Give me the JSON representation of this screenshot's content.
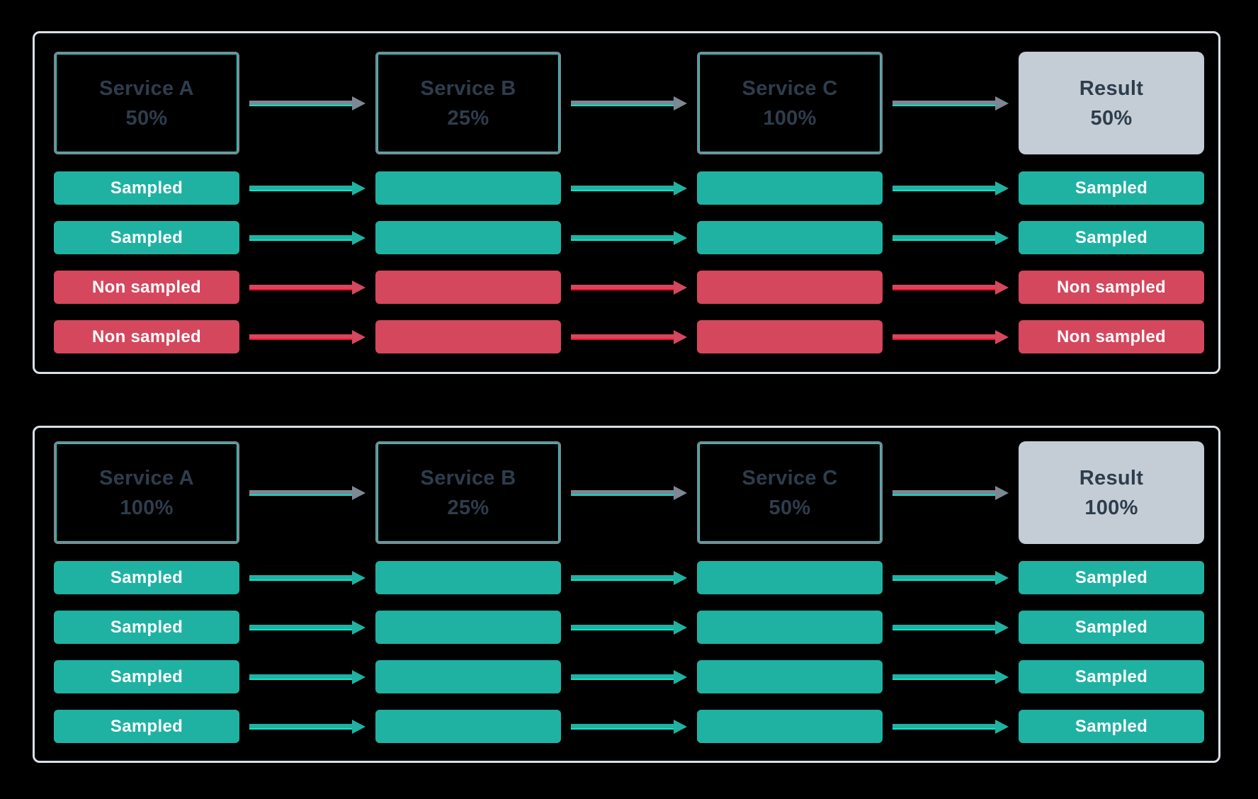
{
  "colors": {
    "background": "#000000",
    "panel_border": "#d9e0e7",
    "service_border": "#7c8894",
    "accent_cyan": "#10e0c6",
    "text_dark": "#2e3d4c",
    "result_bg": "#c4cdd6",
    "sampled_green": "#1fb2a3",
    "sampled_accent": "#0ee5c8",
    "non_sampled_red": "#d5475d",
    "non_sampled_accent": "#f60b28",
    "label_text": "#ffffff",
    "arrow_grey": "#7c8894"
  },
  "panels": [
    {
      "columns": [
        {
          "title": "Service A",
          "percent": "50%"
        },
        {
          "title": "Service B",
          "percent": "25%"
        },
        {
          "title": "Service C",
          "percent": "100%"
        },
        {
          "title": "Result",
          "percent": "50%"
        }
      ],
      "rows": [
        {
          "status": "sampled",
          "start_label": "Sampled",
          "end_label": "Sampled"
        },
        {
          "status": "sampled",
          "start_label": "Sampled",
          "end_label": "Sampled"
        },
        {
          "status": "non-sampled",
          "start_label": "Non sampled",
          "end_label": "Non sampled"
        },
        {
          "status": "non-sampled",
          "start_label": "Non sampled",
          "end_label": "Non sampled"
        }
      ]
    },
    {
      "columns": [
        {
          "title": "Service A",
          "percent": "100%"
        },
        {
          "title": "Service B",
          "percent": "25%"
        },
        {
          "title": "Service C",
          "percent": "50%"
        },
        {
          "title": "Result",
          "percent": "100%"
        }
      ],
      "rows": [
        {
          "status": "sampled",
          "start_label": "Sampled",
          "end_label": "Sampled"
        },
        {
          "status": "sampled",
          "start_label": "Sampled",
          "end_label": "Sampled"
        },
        {
          "status": "sampled",
          "start_label": "Sampled",
          "end_label": "Sampled"
        },
        {
          "status": "sampled",
          "start_label": "Sampled",
          "end_label": "Sampled"
        }
      ]
    }
  ]
}
